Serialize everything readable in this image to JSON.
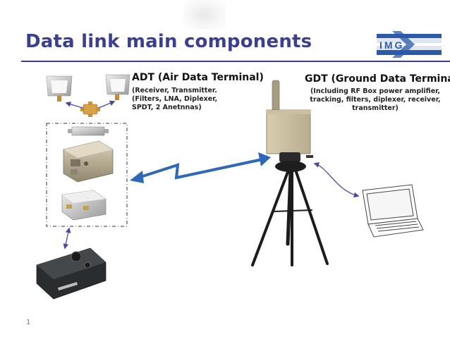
{
  "slide": {
    "title": "Data link main components",
    "number": "1"
  },
  "adt": {
    "title": "ADT (Air Data Terminal)",
    "subtitle_line1": "(Receiver, Transmitter.",
    "subtitle_line2": "(Filters, LNA, Diplexer, SPDT, 2 Anetnnas)"
  },
  "gdt": {
    "title": "GDT (Ground Data Terminal)",
    "subtitle": "(Including RF Box power amplifier, tracking, filters, diplexer, receiver, transmitter)"
  },
  "colors": {
    "title": "#3a3f8f",
    "link_arrow": "#2f68b8",
    "small_arrows": "#4a4a9a"
  }
}
